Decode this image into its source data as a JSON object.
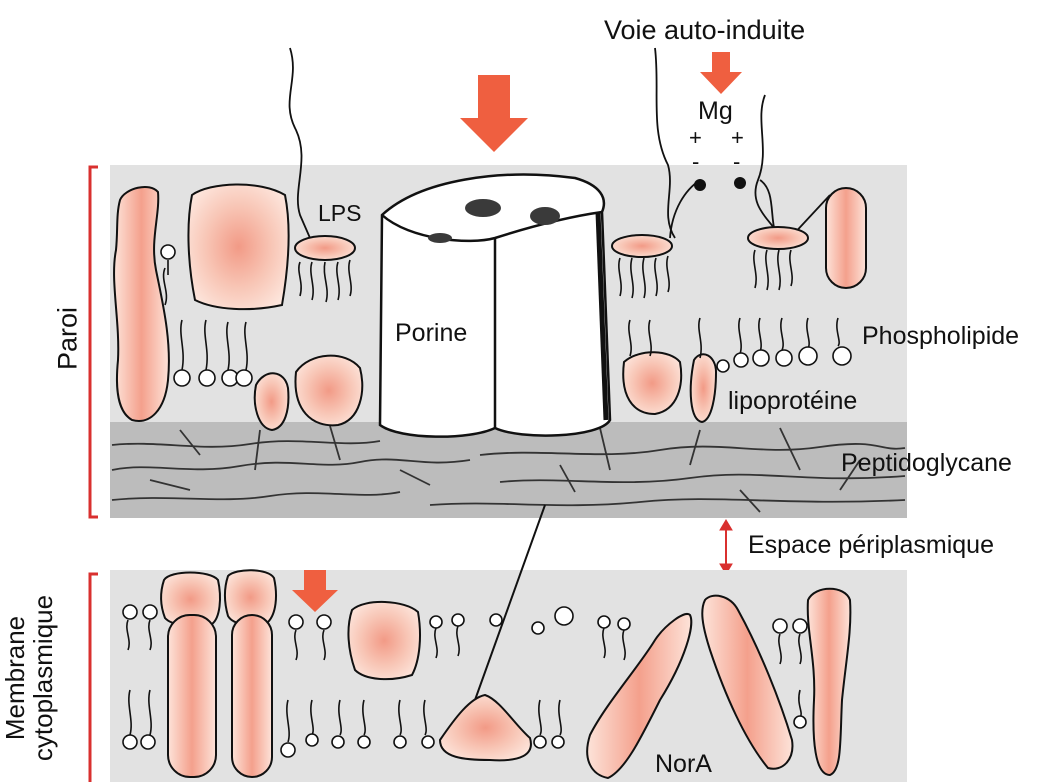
{
  "labels": {
    "title_pathway": "Voie auto-induite",
    "mg": "Mg",
    "plus_1": "+",
    "plus_2": "+",
    "minus_1": "-",
    "minus_2": "-",
    "lps": "LPS",
    "porine": "Porine",
    "phospholipide": "Phospholipide",
    "lipoproteine": "lipoprotéine",
    "peptidoglycane": "Peptidoglycane",
    "espace_periplasmique": "Espace périplasmique",
    "paroi": "Paroi",
    "membrane_line1": "Membrane",
    "membrane_line2": "cytoplasmique",
    "nora": "NorA"
  },
  "colors": {
    "layer_gray": "#e3e3e3",
    "peptidoglycan_gray": "#bdbdbd",
    "arrow": "#ef5f40",
    "bracket": "#d9302f",
    "protein_center": "#f5a694",
    "protein_edge": "#fde3d9"
  }
}
